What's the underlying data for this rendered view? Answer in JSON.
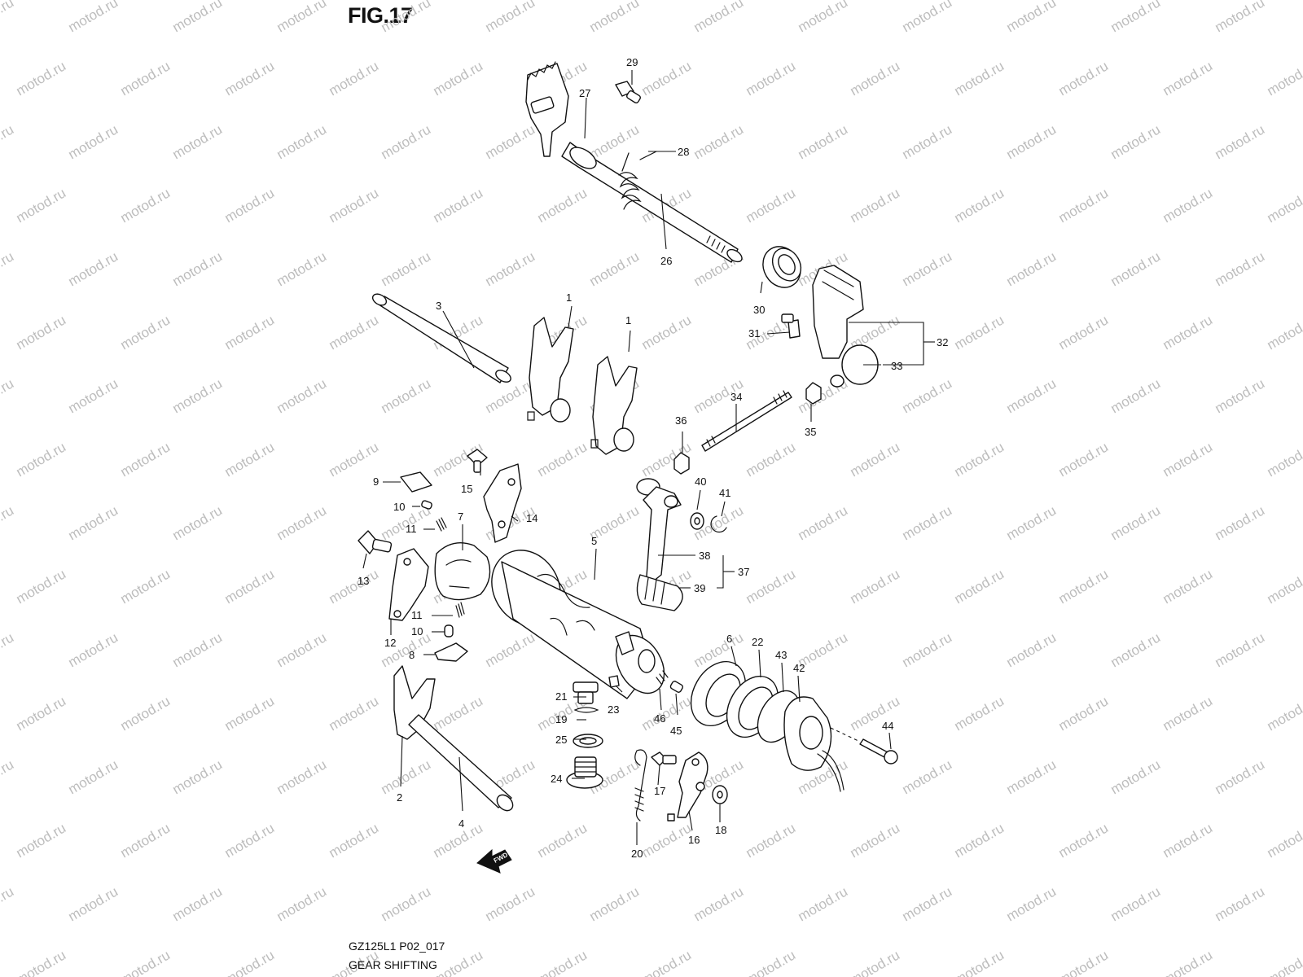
{
  "figure": {
    "title": "FIG.17",
    "drawing_code": "GZ125L1 P02_017",
    "drawing_name": "GEAR SHIFTING",
    "watermark": "motod.ru",
    "fwd_label": "FWD"
  },
  "callouts": {
    "c1a": "1",
    "c1b": "1",
    "c2": "2",
    "c3": "3",
    "c4": "4",
    "c5": "5",
    "c6": "6",
    "c7": "7",
    "c8": "8",
    "c9": "9",
    "c10a": "10",
    "c10b": "10",
    "c11a": "11",
    "c11b": "11",
    "c12": "12",
    "c13": "13",
    "c14": "14",
    "c15": "15",
    "c16": "16",
    "c17": "17",
    "c18": "18",
    "c19": "19",
    "c20": "20",
    "c21": "21",
    "c22": "22",
    "c23": "23",
    "c24": "24",
    "c25": "25",
    "c26": "26",
    "c27": "27",
    "c28": "28",
    "c29": "29",
    "c30": "30",
    "c31": "31",
    "c32": "32",
    "c33": "33",
    "c34": "34",
    "c35": "35",
    "c36": "36",
    "c37": "37",
    "c38": "38",
    "c39": "39",
    "c40": "40",
    "c41": "41",
    "c42": "42",
    "c43": "43",
    "c44": "44",
    "c45": "45",
    "c46": "46"
  }
}
